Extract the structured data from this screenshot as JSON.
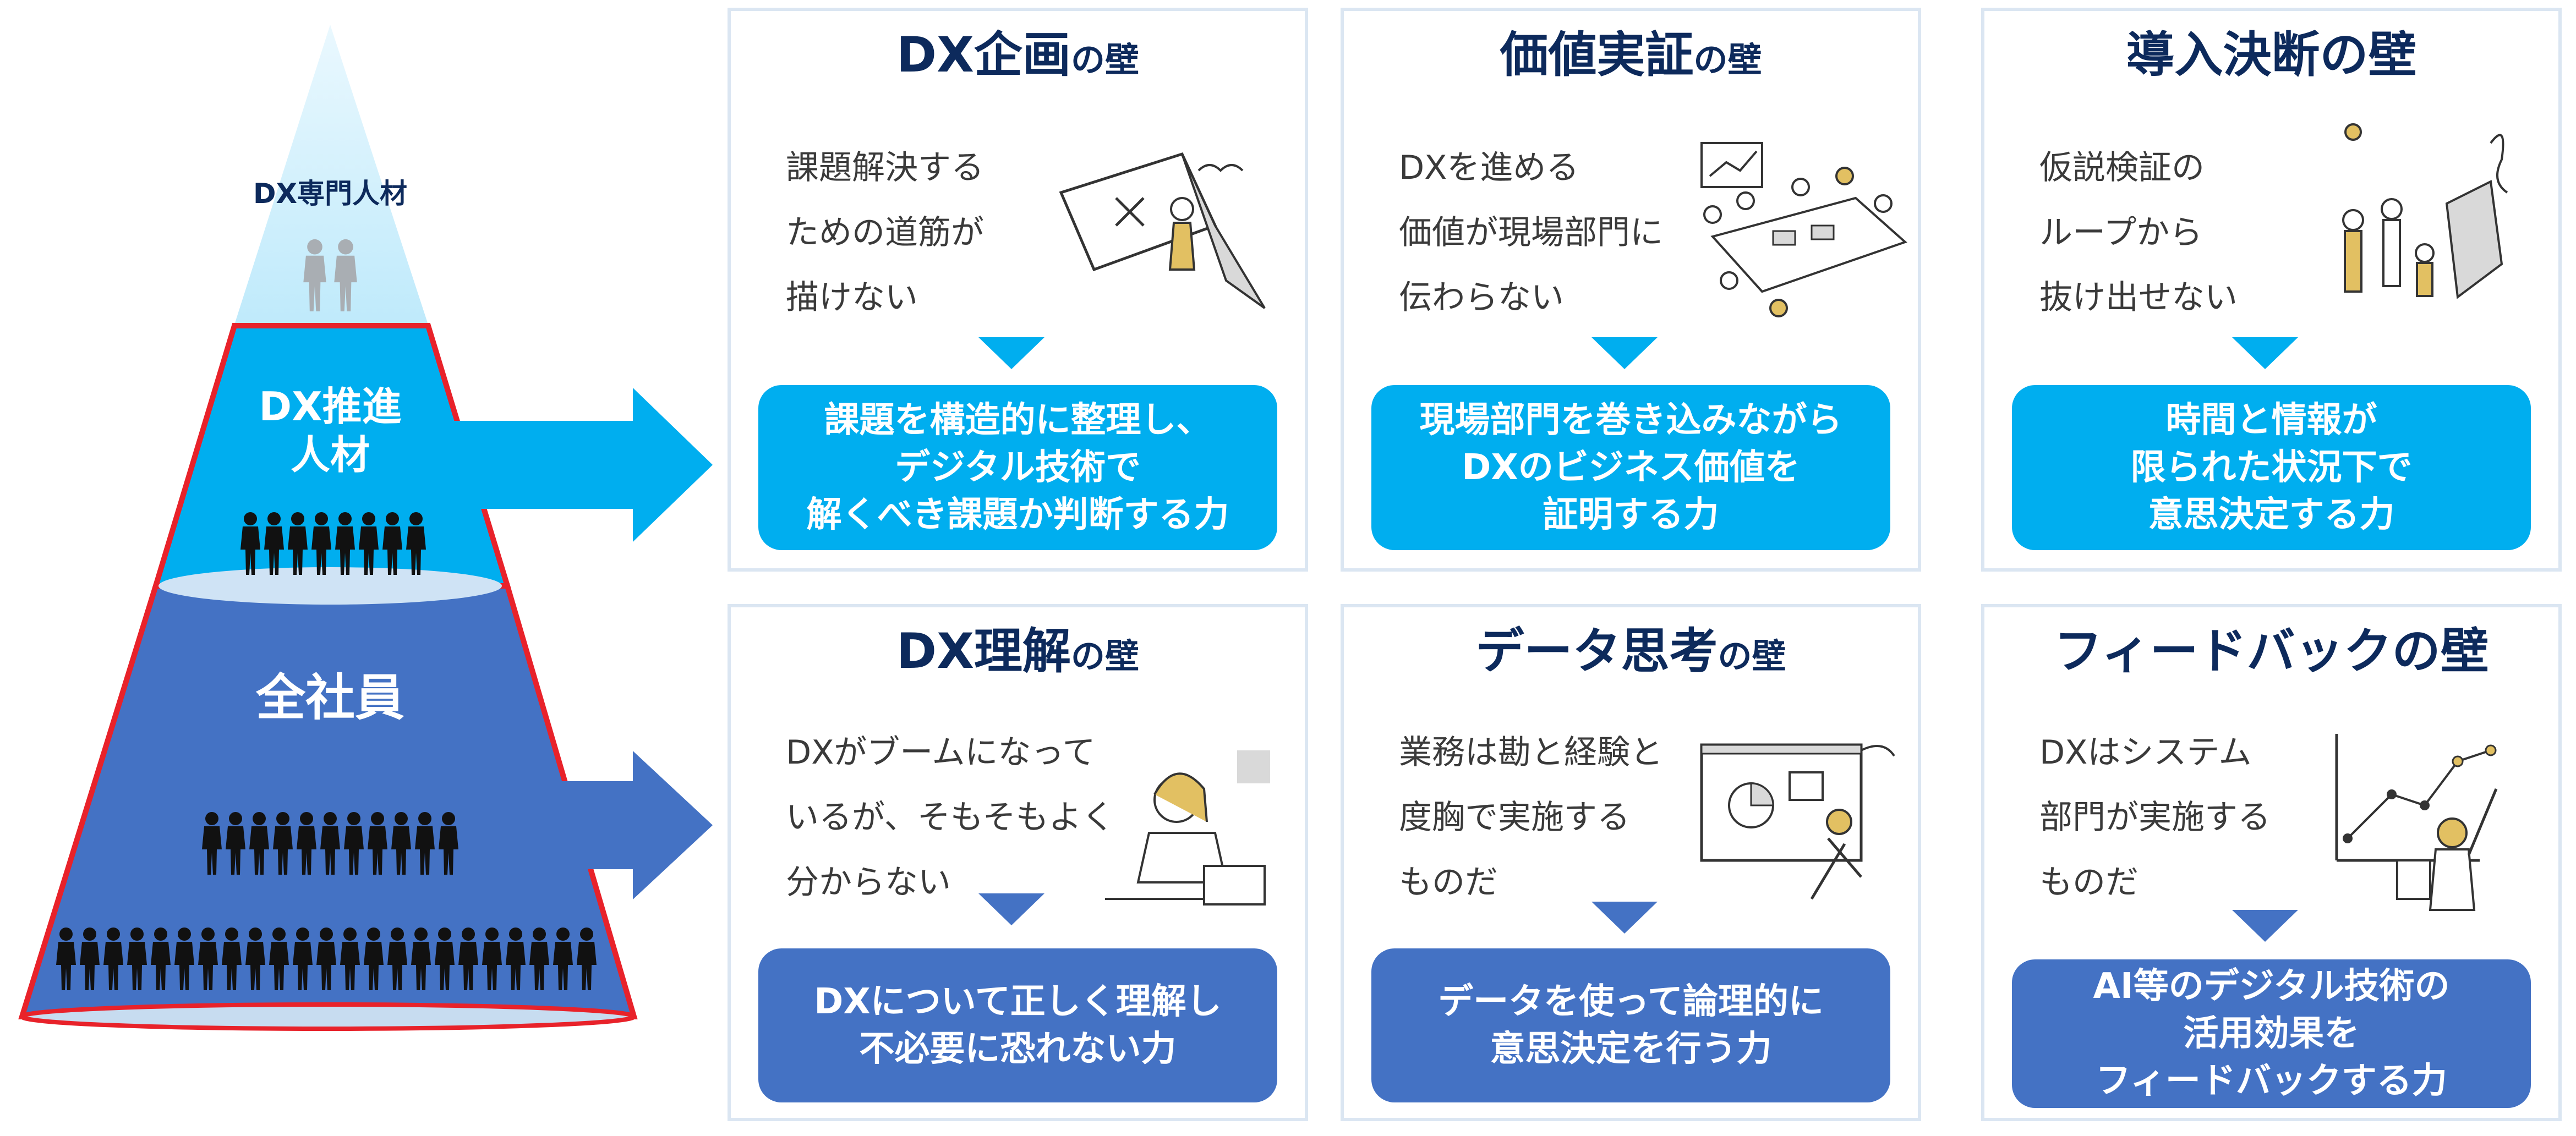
{
  "colors": {
    "top": "#c6eefc",
    "middle": "#00aeef",
    "bottom": "#4472c4",
    "outline": "#e8222a",
    "title": "#0d2a5c",
    "border": "#dbe6f2"
  },
  "pyramid": {
    "top_label": "DX専門人材",
    "middle_label_1": "DX推進",
    "middle_label_2": "人材",
    "bottom_label": "全社員"
  },
  "cards": [
    {
      "title": "DX企画",
      "suffix": "の壁",
      "problem": "課題解決する\nための道筋が\n描けない",
      "solution": "課題を構造的に整理し、\nデジタル技術で\n解くべき課題か判断する力",
      "illustration": "drawing-on-wall-illustration"
    },
    {
      "title": "価値実証",
      "suffix": "の壁",
      "problem": "DXを進める\n価値が現場部門に\n伝わらない",
      "solution": "現場部門を巻き込みながら\nDXのビジネス価値を\n証明する力",
      "illustration": "meeting-table-illustration"
    },
    {
      "title": "導入決断の壁",
      "suffix": "",
      "problem": "仮説検証の\nループから\n抜け出せない",
      "solution": "時間と情報が\n限られた状況下で\n意思決定する力",
      "illustration": "people-confused-illustration"
    },
    {
      "title": "DX理解",
      "suffix": "の壁",
      "problem": "DXがブームになって\nいるが、そもそもよく\n分からない",
      "solution": "DXについて正しく理解し\n不必要に恐れない力",
      "illustration": "worried-person-laptop-illustration"
    },
    {
      "title": "データ思考",
      "suffix": "の壁",
      "problem": "業務は勘と経験と\n度胸で実施する\nものだ",
      "solution": "データを使って論理的に\n意思決定を行う力",
      "illustration": "chart-confused-illustration"
    },
    {
      "title": "フィードバックの壁",
      "suffix": "",
      "problem": "DXはシステム\n部門が実施する\nものだ",
      "solution": "AI等のデジタル技術の\n活用効果を\nフィードバックする力",
      "illustration": "person-presenting-chart-illustration"
    }
  ]
}
